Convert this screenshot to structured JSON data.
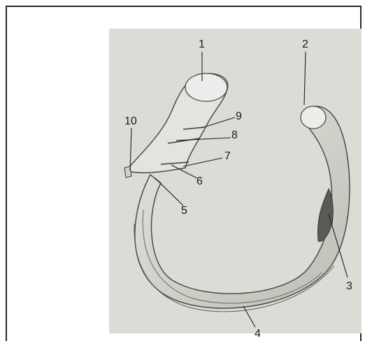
{
  "figure": {
    "labels": [
      "1",
      "2",
      "3",
      "4",
      "5",
      "6",
      "7",
      "8",
      "9",
      "10"
    ]
  }
}
